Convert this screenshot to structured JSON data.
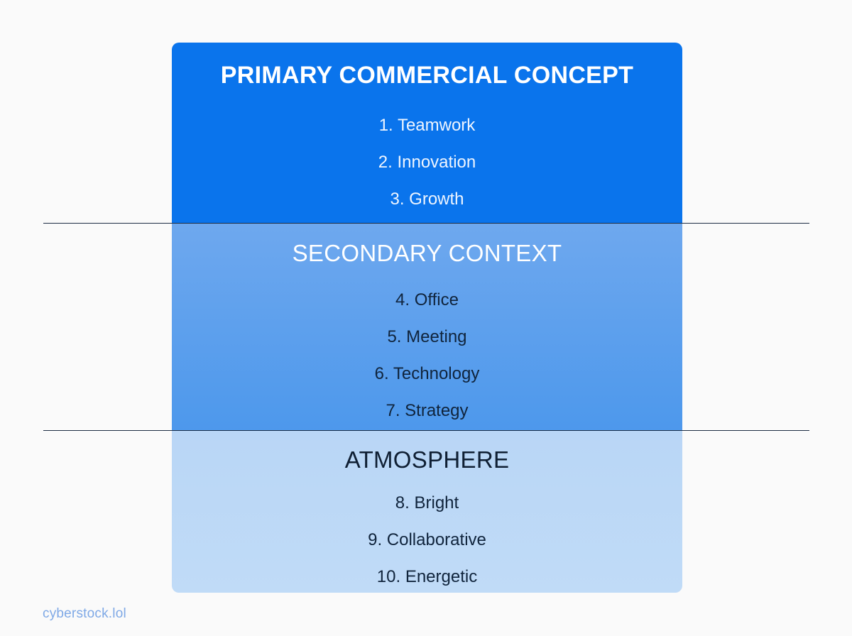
{
  "tiers": {
    "primary": {
      "title": "PRIMARY COMMERCIAL CONCEPT",
      "items": [
        "1. Teamwork",
        "2. Innovation",
        "3. Growth"
      ]
    },
    "secondary": {
      "title": "SECONDARY CONTEXT",
      "items": [
        "4. Office",
        "5. Meeting",
        "6. Technology",
        "7. Strategy"
      ]
    },
    "atmosphere": {
      "title": "ATMOSPHERE",
      "items": [
        "8. Bright",
        "9. Collaborative",
        "10. Energetic"
      ]
    }
  },
  "footer": {
    "watermark": "cyberstock.lol"
  },
  "colors": {
    "primary": "#0a74ec",
    "secondary": "#4d98ec",
    "atmosphere": "#c0dbf7",
    "divider": "#1d2d44",
    "watermark": "#7fa9e6"
  }
}
